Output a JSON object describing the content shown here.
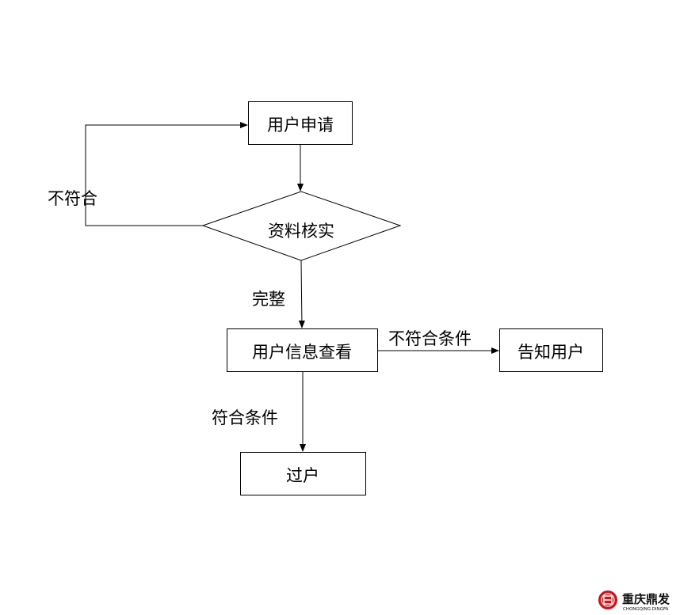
{
  "nodes": {
    "apply": "用户申请",
    "verify": "资料核实",
    "review": "用户信息查看",
    "notify": "告知用户",
    "transfer": "过户"
  },
  "edges": {
    "not_match": "不符合",
    "complete": "完整",
    "not_meet": "不符合条件",
    "meet": "符合条件"
  },
  "logo": {
    "name_cn": "重庆鼎发",
    "name_en": "CHONGQING DINGFA",
    "color": "#c8161d"
  }
}
